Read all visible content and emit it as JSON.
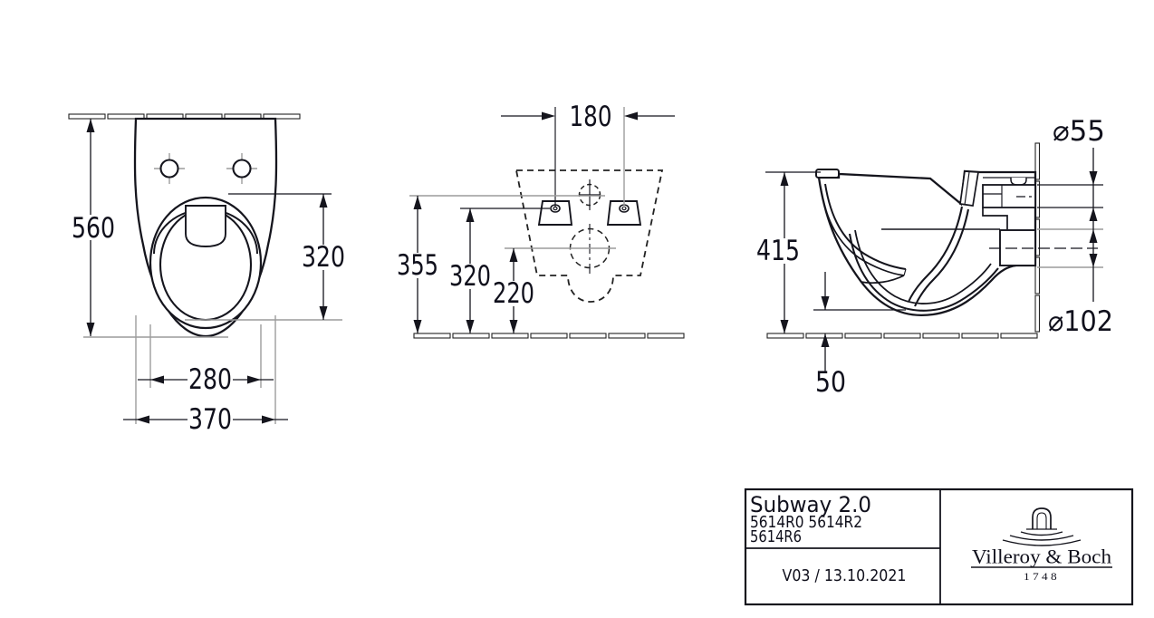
{
  "dims": {
    "top_view": {
      "depth": "560",
      "bowl_length": "320",
      "seat_width": "280",
      "width": "370"
    },
    "rear_view": {
      "hole_spacing": "180",
      "inlet_height": "355",
      "hole_height": "320",
      "outlet_height": "220"
    },
    "side_view": {
      "inlet_diameter": "⌀55",
      "height": "415",
      "outlet_diameter": "⌀102",
      "bottom_clearance": "50"
    }
  },
  "title_block": {
    "product": "Subway 2.0",
    "article_numbers_line1": "5614R0 5614R2",
    "article_numbers_line2": "5614R6",
    "version": "V03 / 13.10.2021",
    "brand": "Villeroy & Boch",
    "brand_year": "1748"
  },
  "colors": {
    "line": "#15151d",
    "extension_line": "#9c9c9c",
    "background": "#ffffff"
  }
}
